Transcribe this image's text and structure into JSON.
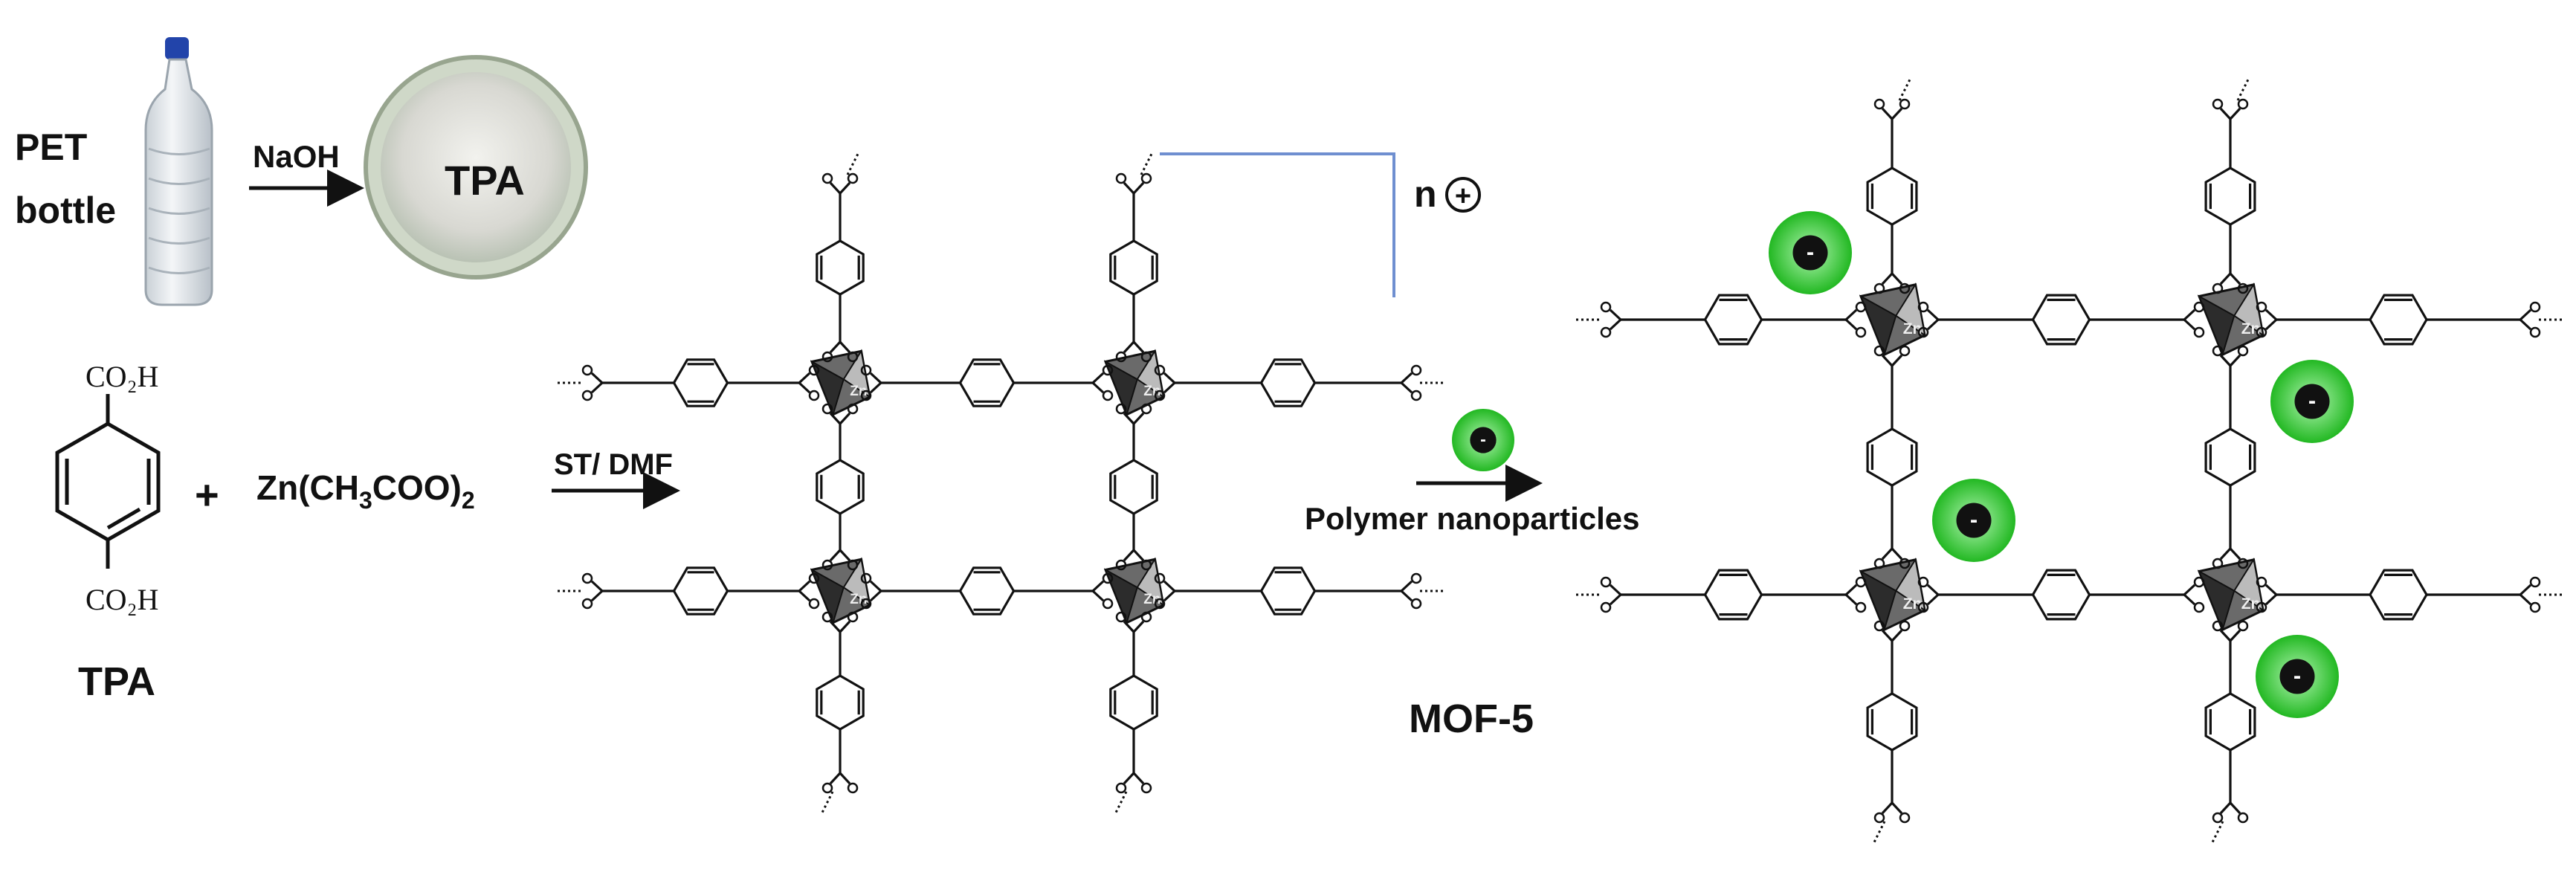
{
  "labels": {
    "pet_line1": "PET",
    "pet_line2": "bottle",
    "naoh": "NaOH",
    "tpa_dish": "TPA",
    "tpa_structure": "TPA",
    "acid_top": "CO₂H",
    "acid_bottom": "CO₂H",
    "plus": "+",
    "zinc_acetate_prefix": "Zn(CH",
    "zinc_acetate_sub1": "3",
    "zinc_acetate_mid": "COO)",
    "zinc_acetate_sub2": "2",
    "st_dmf": "ST/ DMF",
    "n_charge": "n",
    "plus_circle": "+",
    "polymer_nanoparticles": "Polymer nanoparticles",
    "mof5": "MOF-5",
    "zn": "Zn",
    "minus": "-"
  },
  "colors": {
    "green": "#2ecc40",
    "blue_line": "#6f8fd0",
    "cluster_dark": "#555555"
  }
}
